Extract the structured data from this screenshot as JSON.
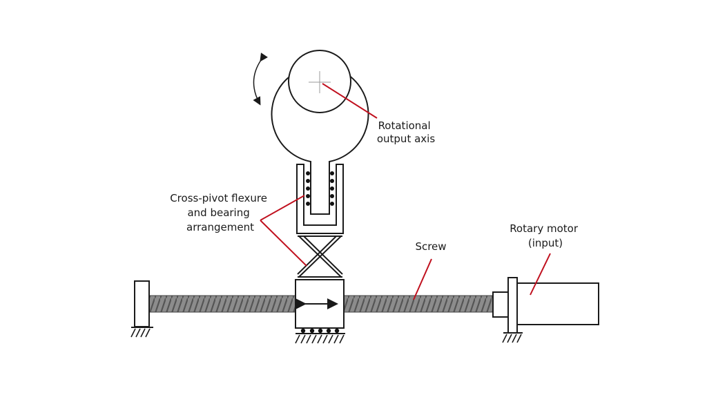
{
  "labels": {
    "rotational_axis": [
      "Rotational",
      "output axis"
    ],
    "cross_pivot": [
      "Cross-pivot flexure",
      "and bearing",
      "arrangement"
    ],
    "screw": "Screw",
    "motor": [
      "Rotary motor",
      "(input)"
    ]
  },
  "colors": {
    "leader": "#c0101e",
    "stroke": "#1a1a1a",
    "screw_fill": "#8c8c8c",
    "screw_thread": "#555555"
  }
}
